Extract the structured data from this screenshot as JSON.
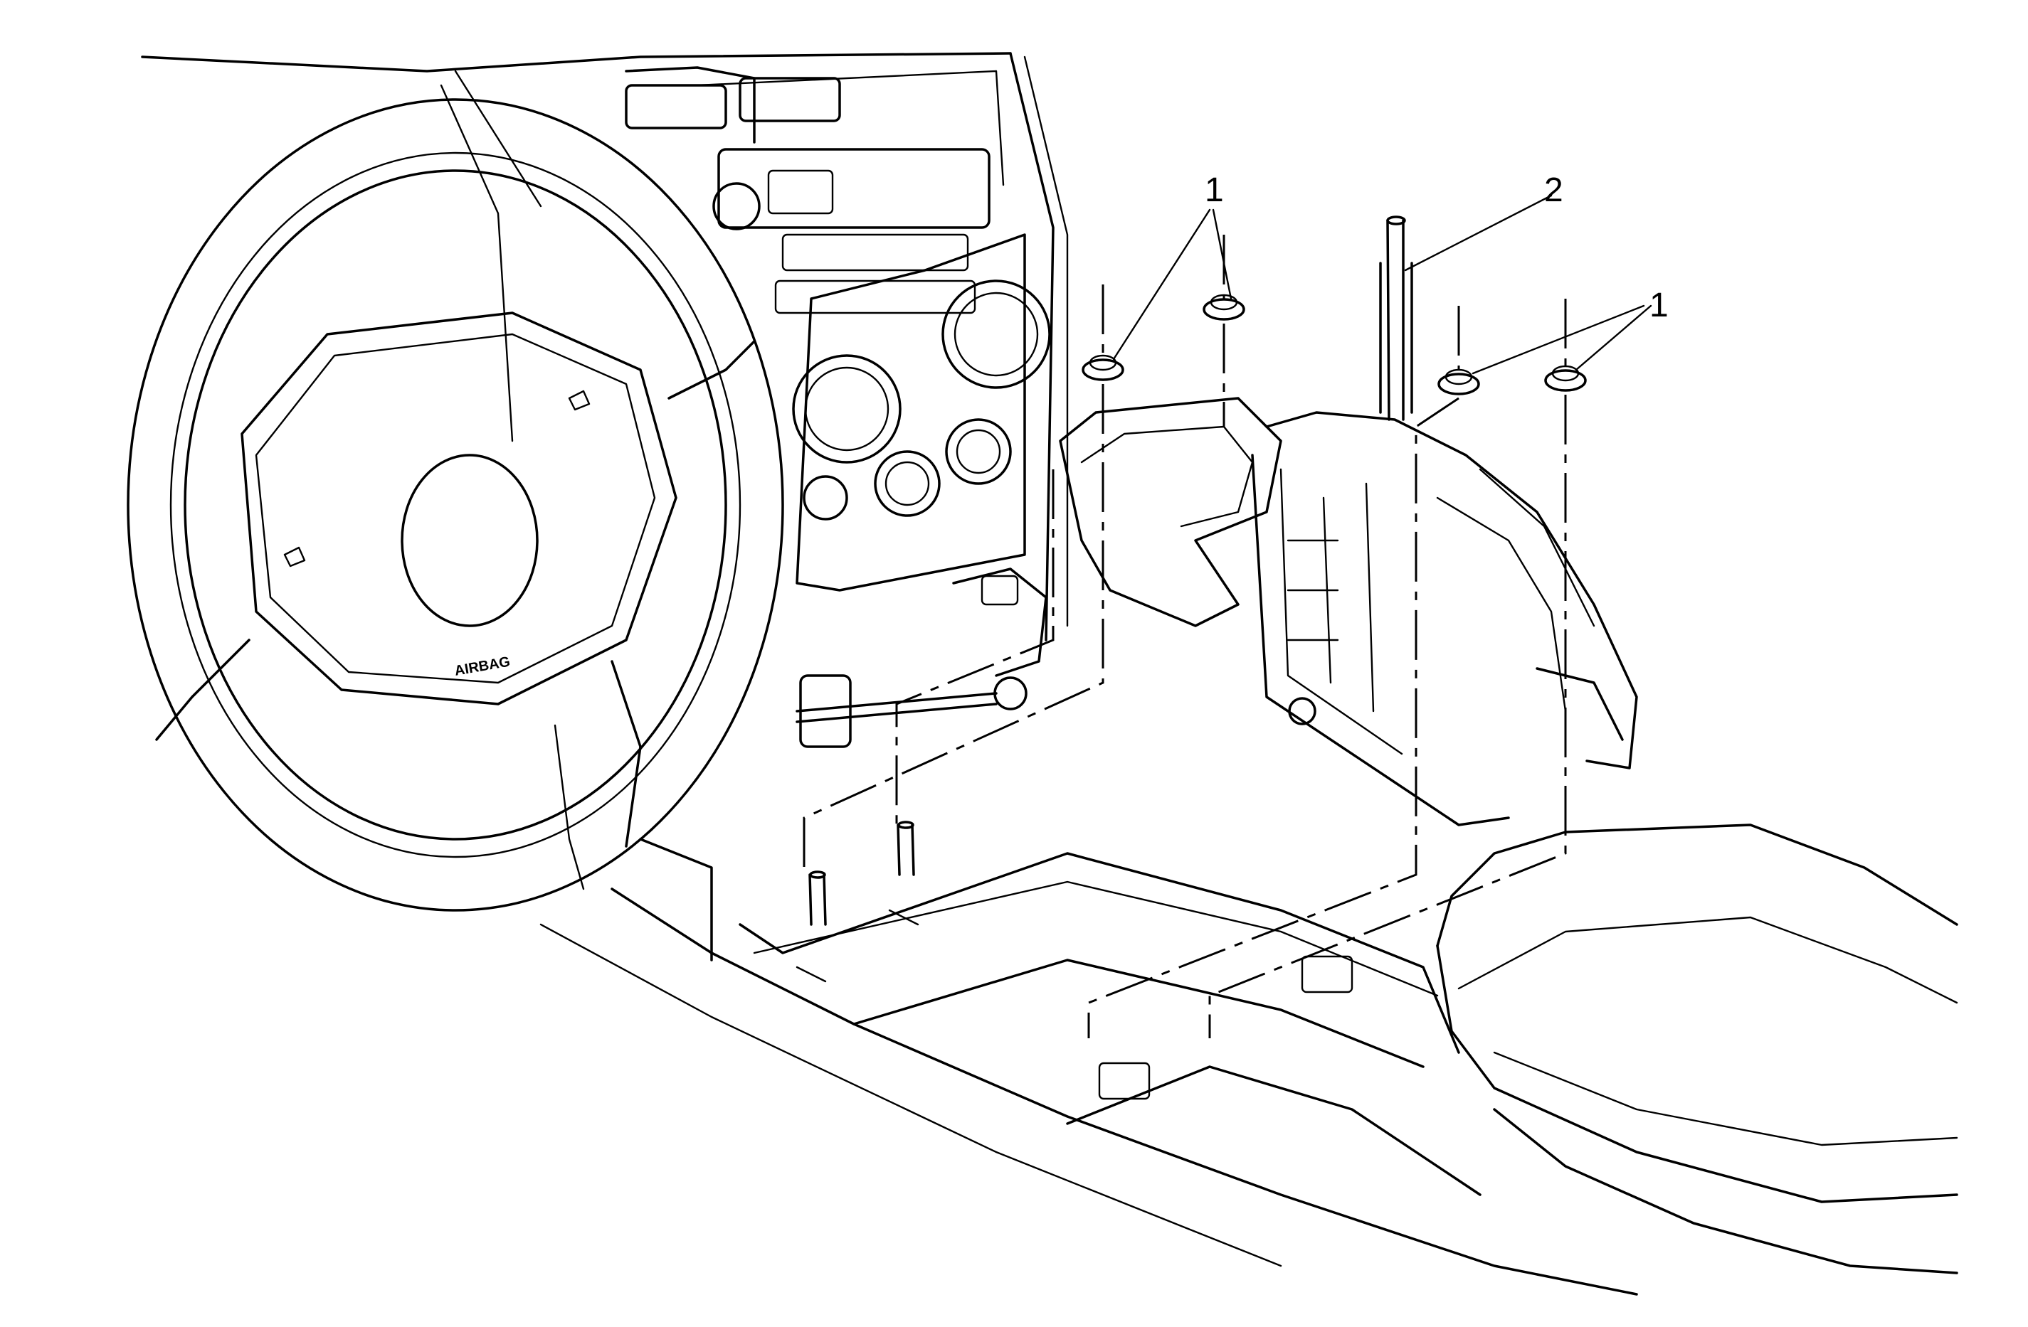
{
  "diagram": {
    "callouts": [
      {
        "id": "c1a",
        "label": "1"
      },
      {
        "id": "c2",
        "label": "2"
      },
      {
        "id": "c1b",
        "label": "1"
      }
    ],
    "steering_wheel_badge": "AIRBAG",
    "line_color": "#000000",
    "background_color": "#ffffff"
  }
}
